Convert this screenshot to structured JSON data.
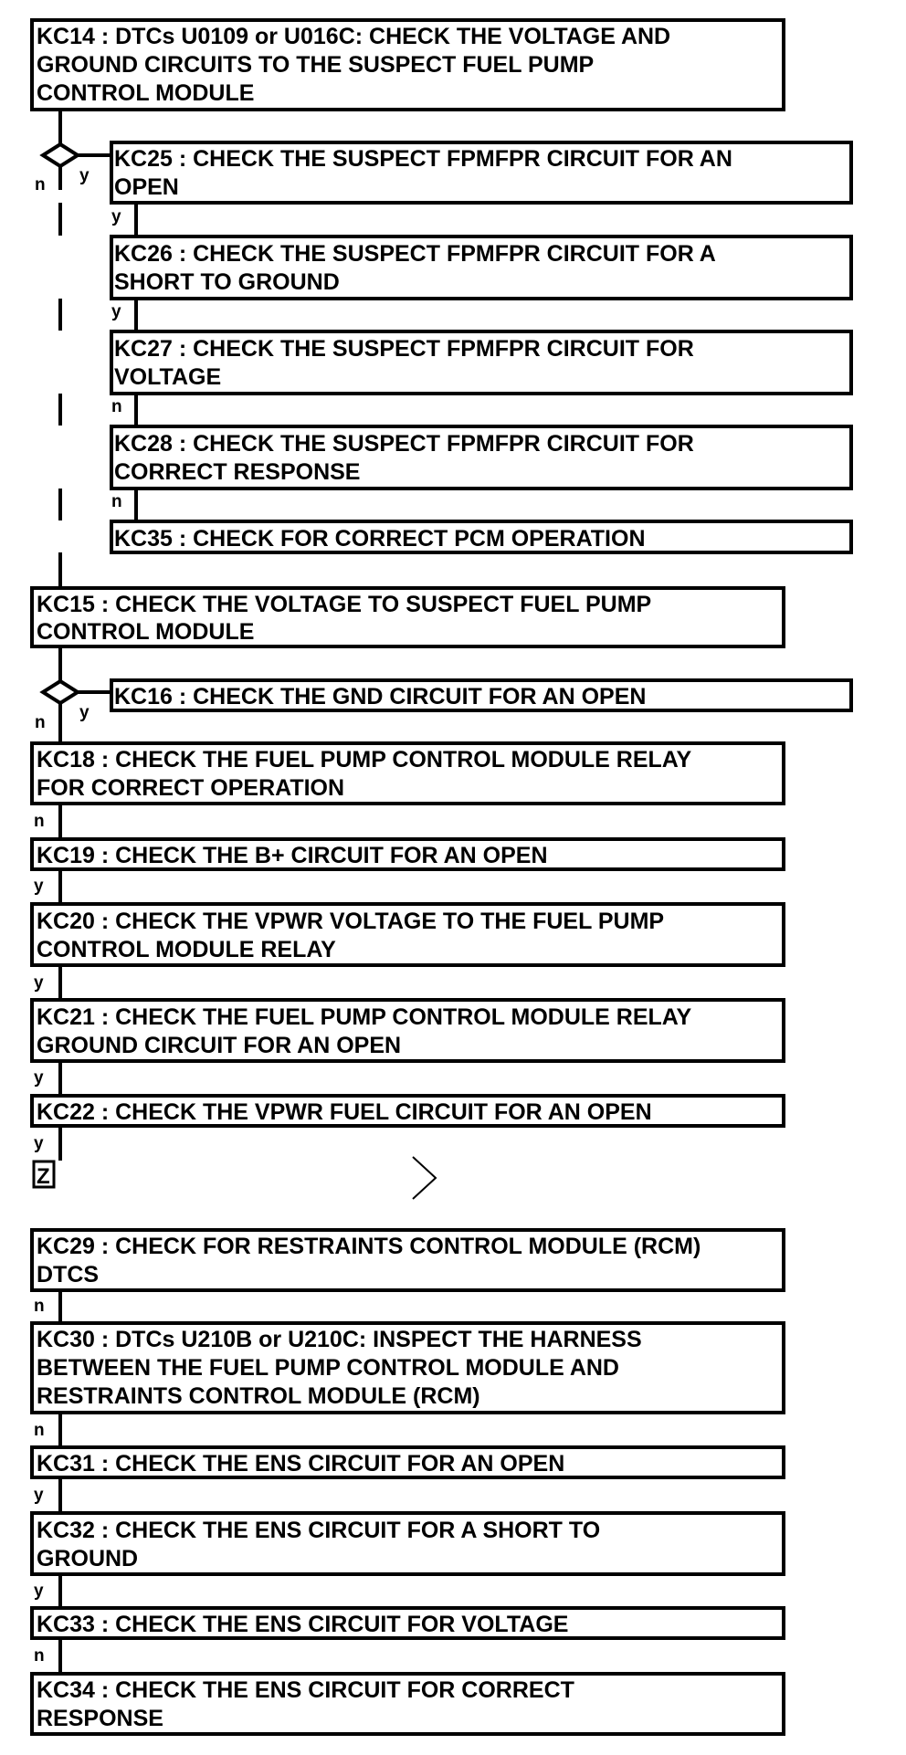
{
  "steps": {
    "kc14": [
      "KC14 : DTCs U0109 or U016C: CHECK THE VOLTAGE AND",
      "GROUND CIRCUITS TO THE SUSPECT FUEL PUMP",
      "CONTROL MODULE"
    ],
    "kc25": [
      "KC25 : CHECK THE SUSPECT FPMFPR CIRCUIT FOR AN",
      "OPEN"
    ],
    "kc26": [
      "KC26 : CHECK THE SUSPECT FPMFPR CIRCUIT FOR A",
      "SHORT TO GROUND"
    ],
    "kc27": [
      "KC27 : CHECK THE SUSPECT FPMFPR CIRCUIT FOR",
      "VOLTAGE"
    ],
    "kc28": [
      "KC28 : CHECK THE SUSPECT FPMFPR CIRCUIT FOR",
      "CORRECT RESPONSE"
    ],
    "kc35": [
      "KC35 : CHECK FOR CORRECT PCM OPERATION"
    ],
    "kc15": [
      "KC15 : CHECK THE VOLTAGE TO SUSPECT FUEL PUMP",
      "CONTROL MODULE"
    ],
    "kc16": [
      "KC16 : CHECK THE GND CIRCUIT FOR AN OPEN"
    ],
    "kc18": [
      "KC18 : CHECK THE FUEL PUMP CONTROL MODULE RELAY",
      "FOR CORRECT OPERATION"
    ],
    "kc19": [
      "KC19 : CHECK THE B+ CIRCUIT FOR AN OPEN"
    ],
    "kc20": [
      "KC20 : CHECK THE VPWR VOLTAGE TO THE FUEL PUMP",
      "CONTROL MODULE RELAY"
    ],
    "kc21": [
      "KC21 : CHECK THE FUEL PUMP CONTROL MODULE RELAY",
      "GROUND CIRCUIT FOR AN OPEN"
    ],
    "kc22": [
      "KC22 : CHECK THE VPWR FUEL CIRCUIT FOR AN OPEN"
    ],
    "kc29": [
      "KC29 : CHECK FOR RESTRAINTS CONTROL MODULE (RCM)",
      "DTCS"
    ],
    "kc30": [
      "KC30 : DTCs U210B or U210C: INSPECT THE HARNESS",
      "BETWEEN THE FUEL PUMP CONTROL MODULE AND",
      "RESTRAINTS CONTROL MODULE (RCM)"
    ],
    "kc31": [
      "KC31 : CHECK THE ENS CIRCUIT FOR AN OPEN"
    ],
    "kc32": [
      "KC32 : CHECK THE ENS CIRCUIT FOR A SHORT TO",
      "GROUND"
    ],
    "kc33": [
      "KC33 : CHECK THE ENS CIRCUIT FOR VOLTAGE"
    ],
    "kc34": [
      "KC34 : CHECK THE ENS CIRCUIT FOR CORRECT",
      "RESPONSE"
    ]
  },
  "labels": {
    "no": "n",
    "yes": "y"
  },
  "connector": {
    "label": "Z"
  },
  "icons": {
    "continuation": "chevron-right-icon",
    "decision": "diamond-icon"
  },
  "colors": {
    "line": "#000000",
    "background": "#ffffff"
  }
}
